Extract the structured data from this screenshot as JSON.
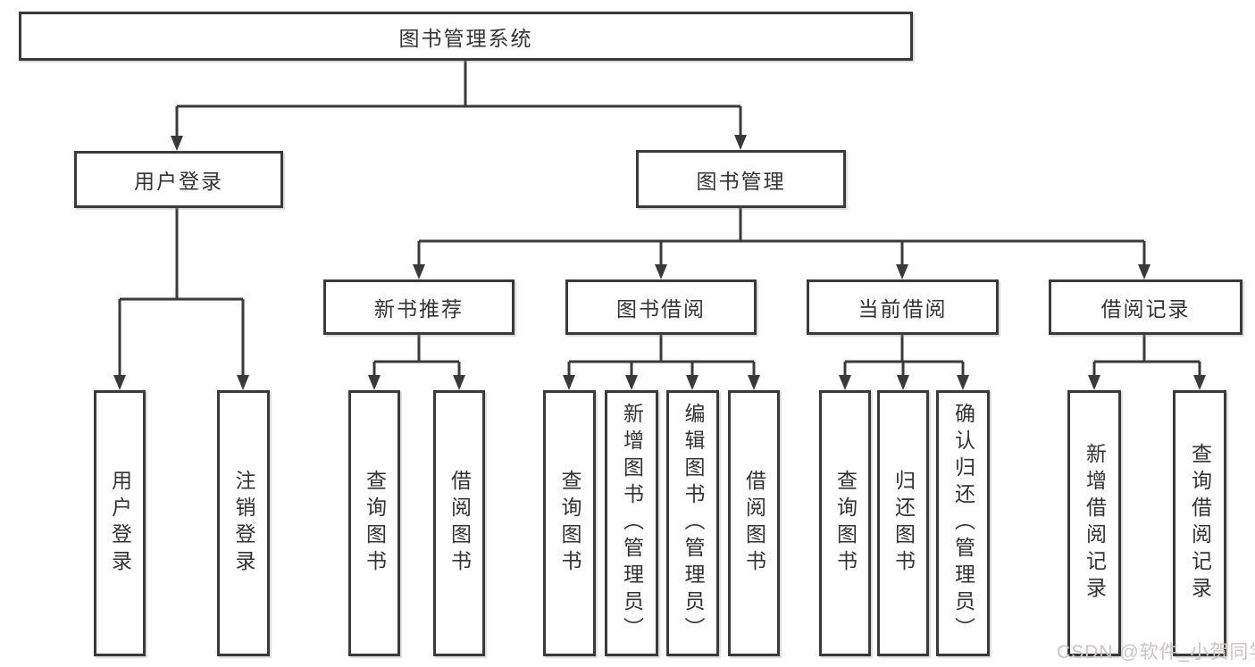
{
  "tree": {
    "root": {
      "label": "图书管理系统"
    },
    "branches": [
      {
        "label": "用户登录",
        "leaves": [
          "用户登录",
          "注销登录"
        ]
      },
      {
        "label": "图书管理",
        "groups": [
          {
            "label": "新书推荐",
            "leaves": [
              "查询图书",
              "借阅图书"
            ]
          },
          {
            "label": "图书借阅",
            "leaves": [
              "查询图书",
              "新增图书（管理员）",
              "编辑图书（管理员）",
              "借阅图书"
            ]
          },
          {
            "label": "当前借阅",
            "leaves": [
              "查询图书",
              "归还图书",
              "确认归还（管理员）"
            ]
          },
          {
            "label": "借阅记录",
            "leaves": [
              "新增借阅记录",
              "查询借阅记录"
            ]
          }
        ]
      }
    ]
  },
  "watermark": {
    "text": "CSDN @软件_小贺同学"
  },
  "colors": {
    "line": "#3a3a3a",
    "box_border": "#3a3a3a",
    "text": "#333333",
    "watermark": "#c9c5c5",
    "background": "#ffffff"
  }
}
